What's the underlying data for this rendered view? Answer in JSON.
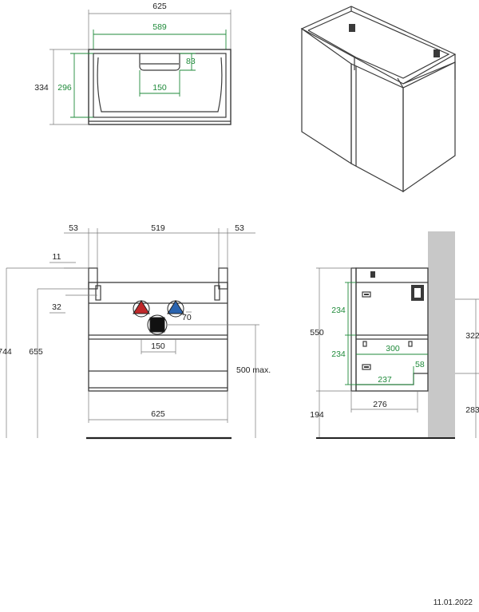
{
  "colors": {
    "ink": "#3a3a3a",
    "dimension_line": "#777777",
    "inner_dimension": "#1f8a3a",
    "wall": "#c8c8c8",
    "hot_water": "#c0282a",
    "cold_water": "#2a64b0",
    "drain": "#111111"
  },
  "top_view": {
    "overall_width": "625",
    "inner_width": "589",
    "drawer_cutout_depth": "83",
    "cutout_width": "150",
    "overall_depth": "334",
    "inner_depth": "296"
  },
  "front_view": {
    "left_side": "53",
    "inner_width": "519",
    "right_side": "53",
    "top_offset": "11",
    "hanger_offset": "32",
    "total_height": "744",
    "hook_height": "655",
    "drain_offset": "70",
    "drain_width": "150",
    "overall_width": "625",
    "max_height": "500 max."
  },
  "side_view": {
    "cabinet_height": "550",
    "bottom_gap": "194",
    "upper_compartment": "234",
    "lower_compartment": "234",
    "shelf_depth": "300",
    "drain_height": "58",
    "siphon_depth": "237",
    "cabinet_depth": "276",
    "upper_wall_offset": "322",
    "lower_wall_offset": "283"
  },
  "icons": [
    "hot-water-icon",
    "cold-water-icon",
    "drain-icon"
  ],
  "footer": {
    "date": "11.01.2022"
  }
}
